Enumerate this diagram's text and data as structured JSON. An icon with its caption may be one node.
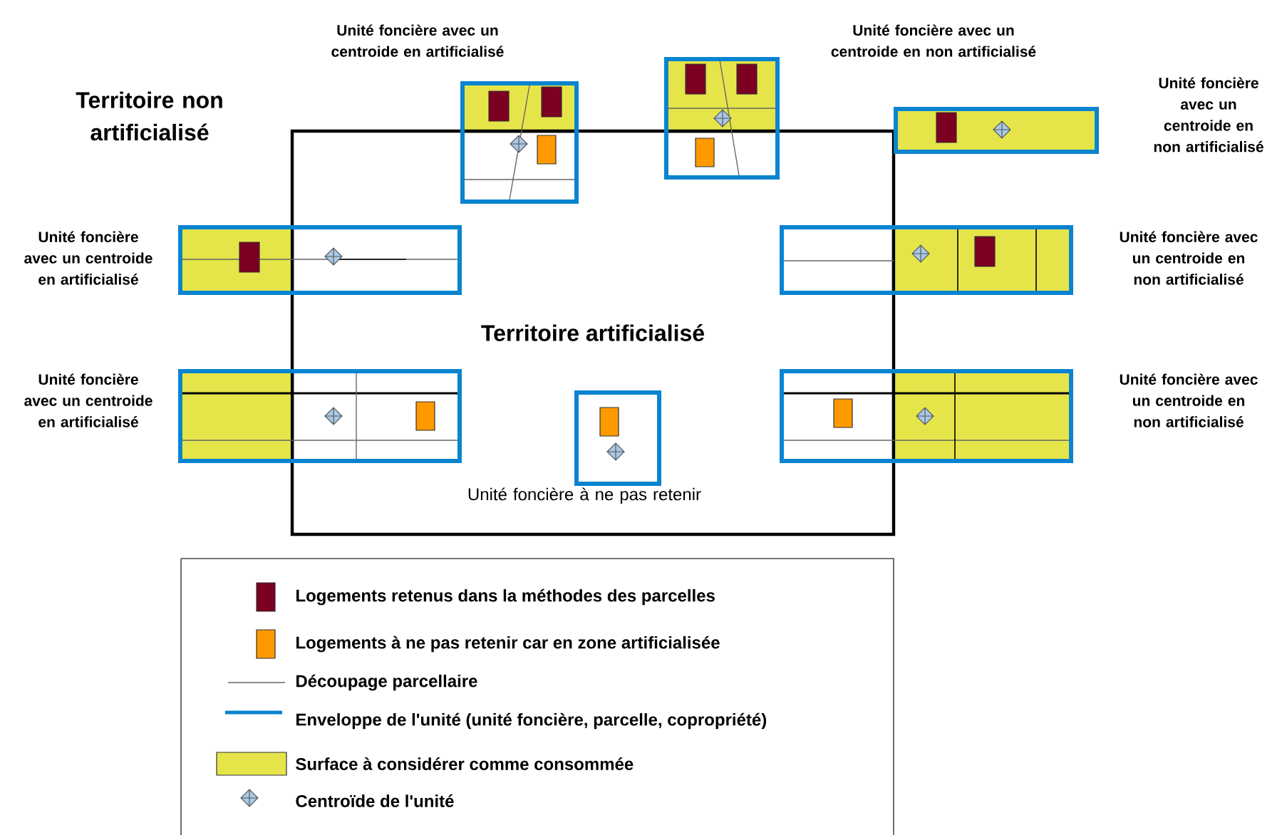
{
  "diagram": {
    "nodes": [
      {
        "text": [
          "Territoire artificialisé"
        ]
      }
    ],
    "labels": [
      "Unité foncière avec un centroide en artificialisé",
      "Unité foncière avec un centroide en non artificialisé",
      "Territoire non artificialisé",
      "Unité foncière avec un centroide en non artificialisé",
      "Unité foncière avec un centroide en artificialisé",
      "Unité foncière avec un centroide en non artificialisé",
      "Unité foncière avec un centroide en artificialisé",
      "Unité foncière avec un centroide en non artificialisé",
      "Unité foncière à ne pas retenir"
    ],
    "legend": [
      {
        "text": "Logements retenus dans la méthodes des parcelles",
        "color": "#7b0022"
      },
      {
        "text": "Logements à ne pas retenir car en zone artificialisée",
        "color": "#ff9900"
      },
      {
        "text": "Découpage parcellaire"
      },
      {
        "text": "Enveloppe de l'unité (unité foncière, parcelle, copropriété)"
      },
      {
        "text": "Surface à considérer comme consommée",
        "color": "#e5e54a"
      },
      {
        "text": "Centroïde de l'unité"
      }
    ]
  }
}
